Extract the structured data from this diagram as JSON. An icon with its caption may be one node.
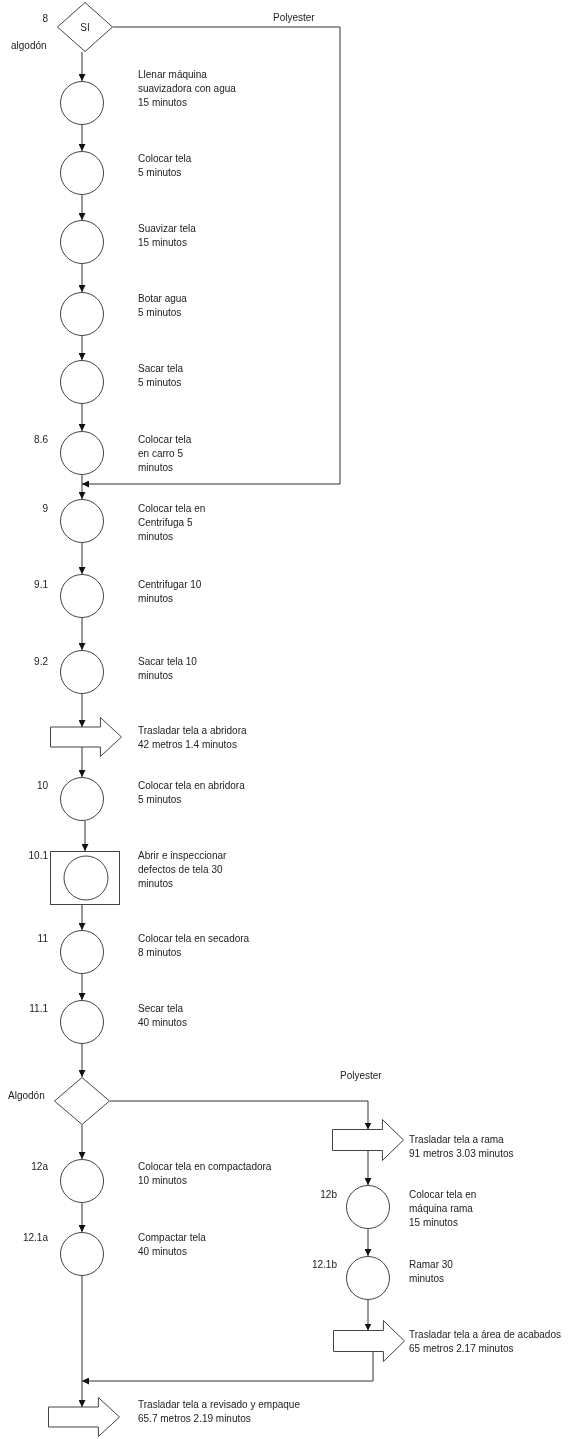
{
  "diagram": {
    "nodes": [
      {
        "text": [
          "SI"
        ],
        "beside": [
          "8"
        ]
      },
      {
        "text": [],
        "shape": "circle",
        "beside": [
          "Llenar máquina suavizadora con agua 15 minutos"
        ]
      },
      {
        "text": [],
        "shape": "circle",
        "beside": [
          "Colocar tela 5 minutos"
        ]
      },
      {
        "text": [],
        "shape": "circle",
        "beside": [
          "Suavizar tela 15 minutos"
        ]
      },
      {
        "text": [],
        "shape": "circle",
        "beside": [
          "Botar agua 5 minutos"
        ]
      },
      {
        "text": [],
        "shape": "circle",
        "beside": [
          "Sacar tela 5 minutos"
        ]
      },
      {
        "text": [],
        "shape": "circle",
        "beside": [
          "8.6",
          "Colocar tela en carro 5 minutos"
        ]
      },
      {
        "text": [],
        "shape": "circle",
        "beside": [
          "9",
          "Colocar tela en Centrifuga 5 minutos"
        ]
      },
      {
        "text": [],
        "shape": "circle",
        "beside": [
          "9.1",
          "Centrifugar 10 minutos"
        ]
      },
      {
        "text": [],
        "shape": "circle",
        "beside": [
          "9.2",
          "Sacar tela 10 minutos"
        ]
      },
      {
        "text": [],
        "shape": "arrow",
        "beside": [
          "Trasladar tela a abridora 42 metros 1.4 minutos"
        ]
      },
      {
        "text": [],
        "shape": "circle",
        "beside": [
          "10",
          "Colocar tela en abridora 5 minutos"
        ]
      },
      {
        "text": [],
        "shape": "box",
        "beside": [
          "10.1",
          "Abrir e inspeccionar defectos de tela 30 minutos"
        ]
      },
      {
        "text": [],
        "shape": "circle",
        "beside": [
          "11",
          "Colocar tela en secadora 8 minutos"
        ]
      },
      {
        "text": [],
        "shape": "circle",
        "beside": [
          "11.1",
          "Secar tela 40 minutos"
        ]
      },
      {
        "text": [],
        "shape": "diamond"
      },
      {
        "text": [],
        "shape": "circle",
        "beside": [
          "12a",
          "Colocar tela en compactadora 10 minutos"
        ]
      },
      {
        "text": [],
        "shape": "circle",
        "beside": [
          "12.1a",
          "Compactar tela 40 minutos"
        ]
      },
      {
        "text": [],
        "shape": "arrow",
        "beside": [
          "Trasladar tela a rama 91 metros 3.03 minutos"
        ]
      },
      {
        "text": [],
        "shape": "circle",
        "beside": [
          "12b",
          "Colocar tela en máquina rama 15 minutos"
        ]
      },
      {
        "text": [],
        "shape": "circle",
        "beside": [
          "12.1b",
          "Ramar 30 minutos"
        ]
      },
      {
        "text": [],
        "shape": "arrow",
        "beside": [
          "Trasladar tela a área de acabados 65 metros 2.17 minutos"
        ]
      },
      {
        "text": [],
        "shape": "arrow",
        "beside": [
          "Trasladar tela a revisado y empaque 65.7 metros 2.19 minutos"
        ]
      }
    ],
    "edges": [
      {
        "from": 0,
        "to": 1,
        "arrow": "to",
        "label": "algodón"
      },
      {
        "from": 1,
        "to": 2,
        "arrow": "to"
      },
      {
        "from": 2,
        "to": 3,
        "arrow": "to"
      },
      {
        "from": 3,
        "to": 4,
        "arrow": "to"
      },
      {
        "from": 4,
        "to": 5,
        "arrow": "to"
      },
      {
        "from": 5,
        "to": 6,
        "arrow": "to"
      },
      {
        "from": 6,
        "to": 7,
        "arrow": "to"
      },
      {
        "from": 0,
        "to": 7,
        "arrow": "to",
        "label": "Polyester"
      },
      {
        "from": 7,
        "to": 8,
        "arrow": "to"
      },
      {
        "from": 8,
        "to": 9,
        "arrow": "to"
      },
      {
        "from": 9,
        "to": 10,
        "arrow": "to"
      },
      {
        "from": 10,
        "to": 11,
        "arrow": "to"
      },
      {
        "from": 11,
        "to": 12,
        "arrow": "to"
      },
      {
        "from": 12,
        "to": 13,
        "arrow": "to"
      },
      {
        "from": 13,
        "to": 14,
        "arrow": "to"
      },
      {
        "from": 14,
        "to": 15,
        "arrow": "to"
      },
      {
        "from": 15,
        "to": 16,
        "arrow": "to",
        "label": "Algodón"
      },
      {
        "from": 15,
        "to": 18,
        "arrow": "to",
        "label": "Polyester"
      },
      {
        "from": 16,
        "to": 17,
        "arrow": "to"
      },
      {
        "from": 17,
        "to": 22,
        "arrow": "to"
      },
      {
        "from": 18,
        "to": 19,
        "arrow": "to"
      },
      {
        "from": 19,
        "to": 20,
        "arrow": "to"
      },
      {
        "from": 20,
        "to": 21,
        "arrow": "to"
      },
      {
        "from": 21,
        "to": 22,
        "arrow": "to"
      }
    ]
  }
}
